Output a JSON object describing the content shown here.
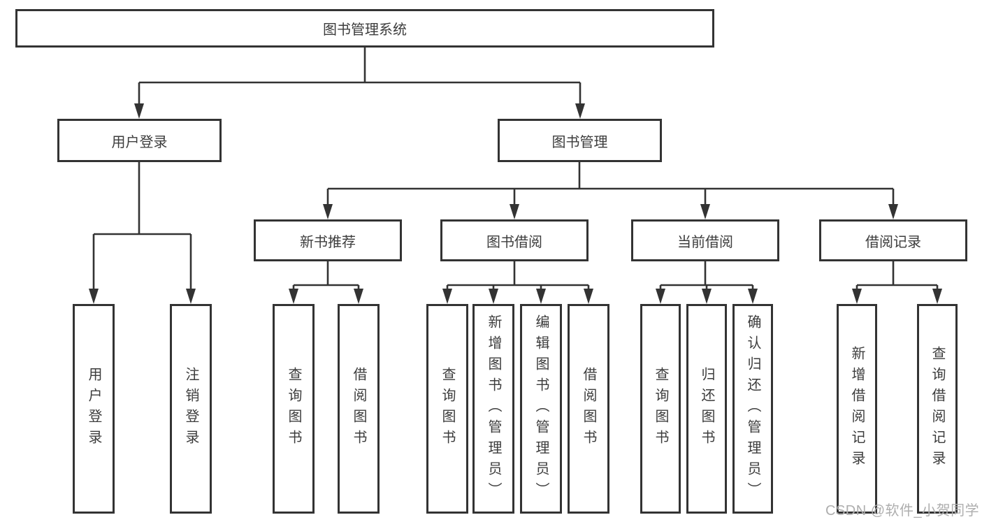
{
  "tree": {
    "root": {
      "label": "图书管理系统"
    },
    "level2": [
      {
        "id": "user-login",
        "label": "用户登录"
      },
      {
        "id": "book-management",
        "label": "图书管理"
      }
    ],
    "level3": [
      {
        "id": "new-book-recommend",
        "label": "新书推荐",
        "parent": "book-management"
      },
      {
        "id": "book-borrowing",
        "label": "图书借阅",
        "parent": "book-management"
      },
      {
        "id": "current-borrowing",
        "label": "当前借阅",
        "parent": "book-management"
      },
      {
        "id": "borrowing-records",
        "label": "借阅记录",
        "parent": "book-management"
      }
    ],
    "leaves": [
      {
        "id": "user-login-leaf",
        "label": "用户登录",
        "parent": "user-login"
      },
      {
        "id": "logout",
        "label": "注销登录",
        "parent": "user-login"
      },
      {
        "id": "query-books-recommend",
        "label": "查询图书",
        "parent": "new-book-recommend"
      },
      {
        "id": "borrow-books-recommend",
        "label": "借阅图书",
        "parent": "new-book-recommend"
      },
      {
        "id": "query-books-borrowing",
        "label": "查询图书",
        "parent": "book-borrowing"
      },
      {
        "id": "add-book-admin",
        "label": "新增图书（管理员）",
        "parent": "book-borrowing"
      },
      {
        "id": "edit-book-admin",
        "label": "编辑图书（管理员）",
        "parent": "book-borrowing"
      },
      {
        "id": "borrow-books-borrowing",
        "label": "借阅图书",
        "parent": "book-borrowing"
      },
      {
        "id": "query-books-current",
        "label": "查询图书",
        "parent": "current-borrowing"
      },
      {
        "id": "return-book",
        "label": "归还图书",
        "parent": "current-borrowing"
      },
      {
        "id": "confirm-return-admin",
        "label": "确认归还（管理员）",
        "parent": "current-borrowing"
      },
      {
        "id": "add-borrow-record",
        "label": "新增借阅记录",
        "parent": "borrowing-records"
      },
      {
        "id": "query-borrow-record",
        "label": "查询借阅记录",
        "parent": "borrowing-records"
      }
    ]
  },
  "watermark": "CSDN @软件_小贺同学",
  "colors": {
    "line": "#333333",
    "text": "#3c3c3c",
    "watermark": "#aeaeae",
    "background": "#ffffff"
  }
}
